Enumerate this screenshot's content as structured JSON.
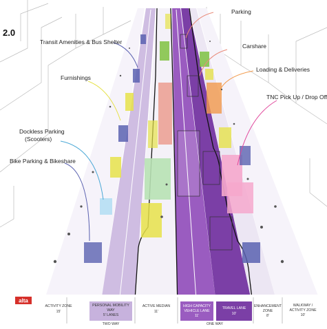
{
  "title": "2.0",
  "colors": {
    "purple_dark": "#7b3fa6",
    "purple_mid": "#9a5cc0",
    "purple_light": "#c7b2dd",
    "lavender": "#e4dcef",
    "green": "#7fc241",
    "yellow": "#e6e24a",
    "blue": "#4aa8d6",
    "orange": "#f29a4b",
    "pink": "#e0459a",
    "salmon": "#e98b7a",
    "navy": "#5b62b0",
    "mint": "#b8e2b4"
  },
  "callouts": {
    "parking": "Parking",
    "transit": "Transit Amenities & Bus Shelter",
    "carshare": "Carshare",
    "furnishings": "Furnishings",
    "loading": "Loading & Deliveries",
    "tnc": "TNC Pick Up / Drop Off",
    "dockless": "Dockless Parking",
    "dockless_sub": "(Scooters)",
    "bike": "Bike Parking & Bikeshare"
  },
  "logo": "alta",
  "zones": {
    "activity_name": "ACTIVITY ZONE",
    "activity_width": "15'",
    "pmw_name1": "PERSONAL MOBILITY",
    "pmw_name2": "WAY",
    "pmw_width": "5' LANES",
    "median_name": "ACTIVE MEDIAN",
    "median_width": "11'",
    "hcv_name1": "HIGH CAPACITY",
    "hcv_name2": "VEHICLE LANE",
    "hcv_width": "11'",
    "travel_name": "TRAVEL LANE",
    "travel_width": "10'",
    "enh_name1": "ENHANCEMENT",
    "enh_name2": "ZONE",
    "enh_width": "8'",
    "walk_name1": "WALKWAY /",
    "walk_name2": "ACTIVITY ZONE",
    "walk_width": "10'",
    "two_way": "TWO WAY",
    "one_way": "ONE WAY"
  }
}
